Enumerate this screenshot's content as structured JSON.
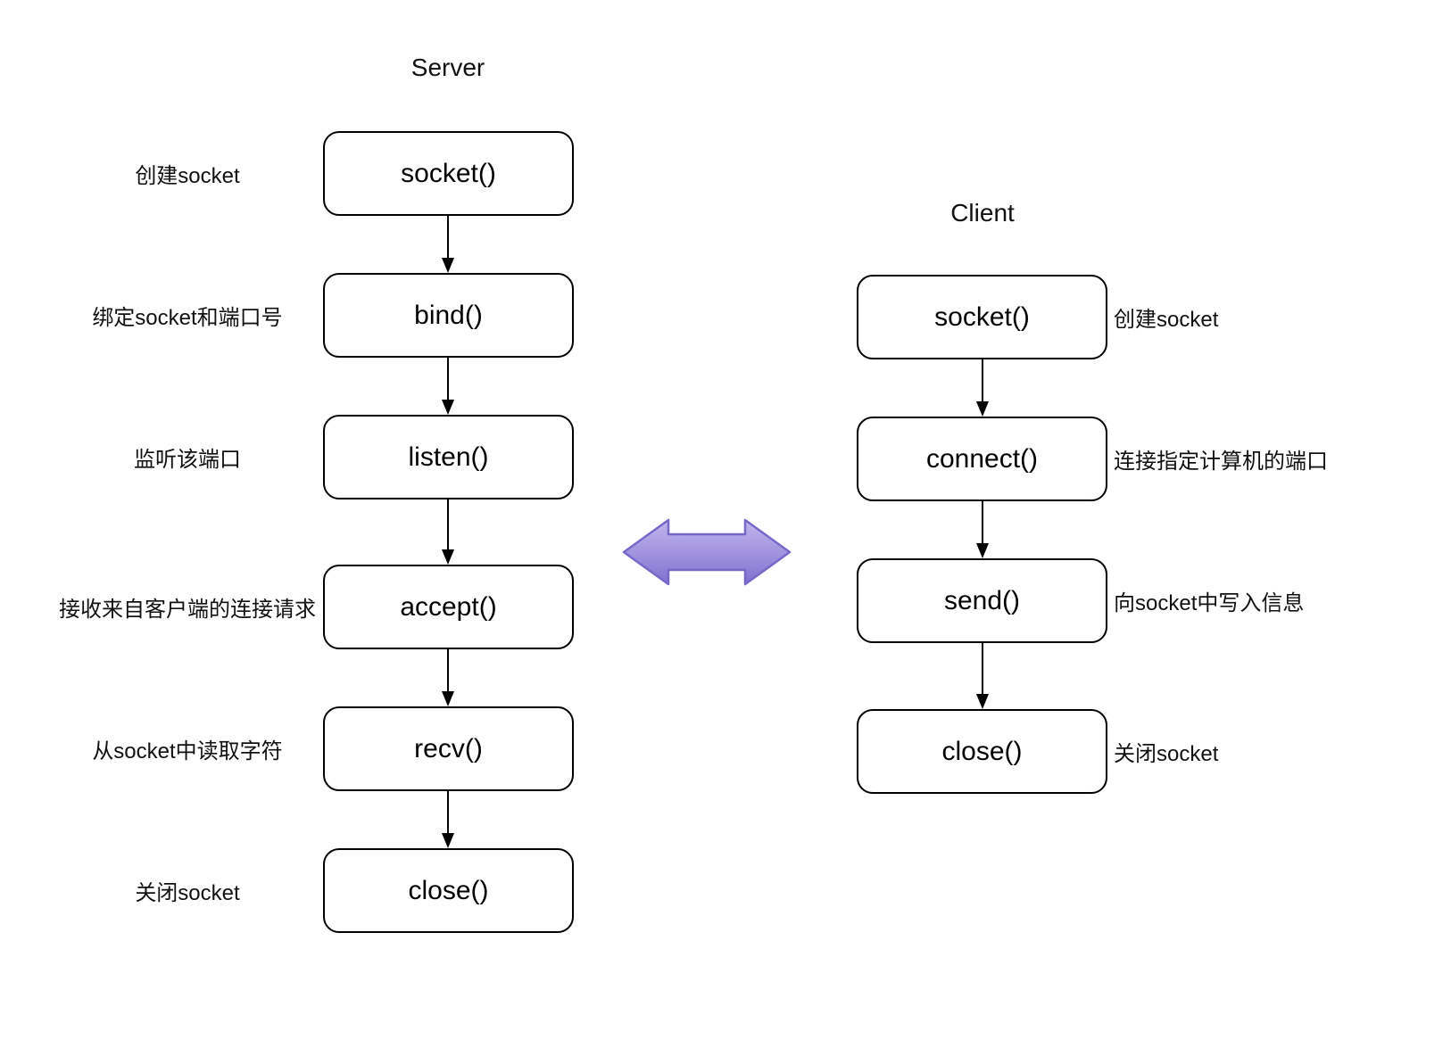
{
  "diagram": {
    "kind": "flowchart",
    "topic": "socket API call flow"
  },
  "server": {
    "title": "Server",
    "steps": [
      {
        "func": "socket()",
        "note": "创建socket"
      },
      {
        "func": "bind()",
        "note": "绑定socket和端口号"
      },
      {
        "func": "listen()",
        "note": "监听该端口"
      },
      {
        "func": "accept()",
        "note": "接收来自客户端的连接请求"
      },
      {
        "func": "recv()",
        "note": "从socket中读取字符"
      },
      {
        "func": "close()",
        "note": "关闭socket"
      }
    ]
  },
  "client": {
    "title": "Client",
    "steps": [
      {
        "func": "socket()",
        "note": "创建socket"
      },
      {
        "func": "connect()",
        "note": "连接指定计算机的端口"
      },
      {
        "func": "send()",
        "note": "向socket中写入信息"
      },
      {
        "func": "close()",
        "note": "关闭socket"
      }
    ]
  },
  "link": {
    "icon": "double-headed-arrow",
    "gradient_top": "#c0b5ee",
    "gradient_bottom": "#7f70d0",
    "border_color": "#7668c6"
  },
  "colors": {
    "background": "#ffffff",
    "box_fill": "#ffffff",
    "box_border": "#000000",
    "text": "#000000",
    "connector": "#000000"
  }
}
